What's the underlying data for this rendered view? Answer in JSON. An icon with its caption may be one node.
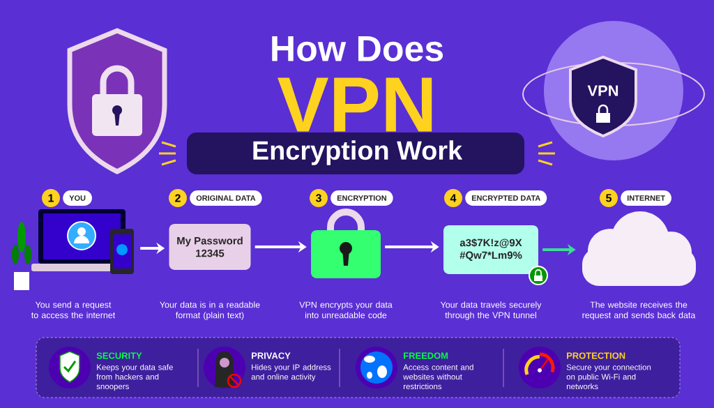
{
  "diagram": {
    "nodes": [
      {
        "text": [],
        "shape": "picture",
        "beside": [
          "1",
          "YOU",
          "You send a request to access the internet"
        ]
      },
      {
        "text": [
          "My Password",
          "12345"
        ],
        "beside": [
          "2",
          "ORIGINAL DATA",
          "Your data is in a readable format (plain text)"
        ]
      },
      {
        "text": [],
        "shape": "picture",
        "beside": [
          "3",
          "ENCRYPTION",
          "VPN encrypts your data into unreadable code"
        ]
      },
      {
        "text": [
          "a3$7K!z@9X",
          "#Qw7*Lm9%"
        ],
        "beside": [
          "4",
          "ENCRYPTED DATA",
          "Your data travels securely through the VPN tunnel"
        ]
      },
      {
        "text": [],
        "shape": "cloud",
        "beside": [
          "5",
          "INTERNET",
          "The website receives the request and sends back data"
        ]
      }
    ],
    "edges": [
      {
        "from": 0,
        "to": 1,
        "arrow": "to"
      },
      {
        "from": 1,
        "to": 2,
        "arrow": "to"
      },
      {
        "from": 2,
        "to": 3,
        "arrow": "to"
      },
      {
        "from": 3,
        "to": 4,
        "arrow": "to",
        "color": "#3ddc97"
      }
    ],
    "labels": [
      "How Does",
      "VPN",
      "VPN",
      "Encryption Work",
      "SECURITY",
      "Keeps your data safe from hackers and snoopers",
      "PRIVACY",
      "Hides your IP address and online activity",
      "FREEDOM",
      "Access content and websites without restrictions",
      "PROTECTION",
      "Secure your connection on public Wi-Fi and networks"
    ]
  }
}
